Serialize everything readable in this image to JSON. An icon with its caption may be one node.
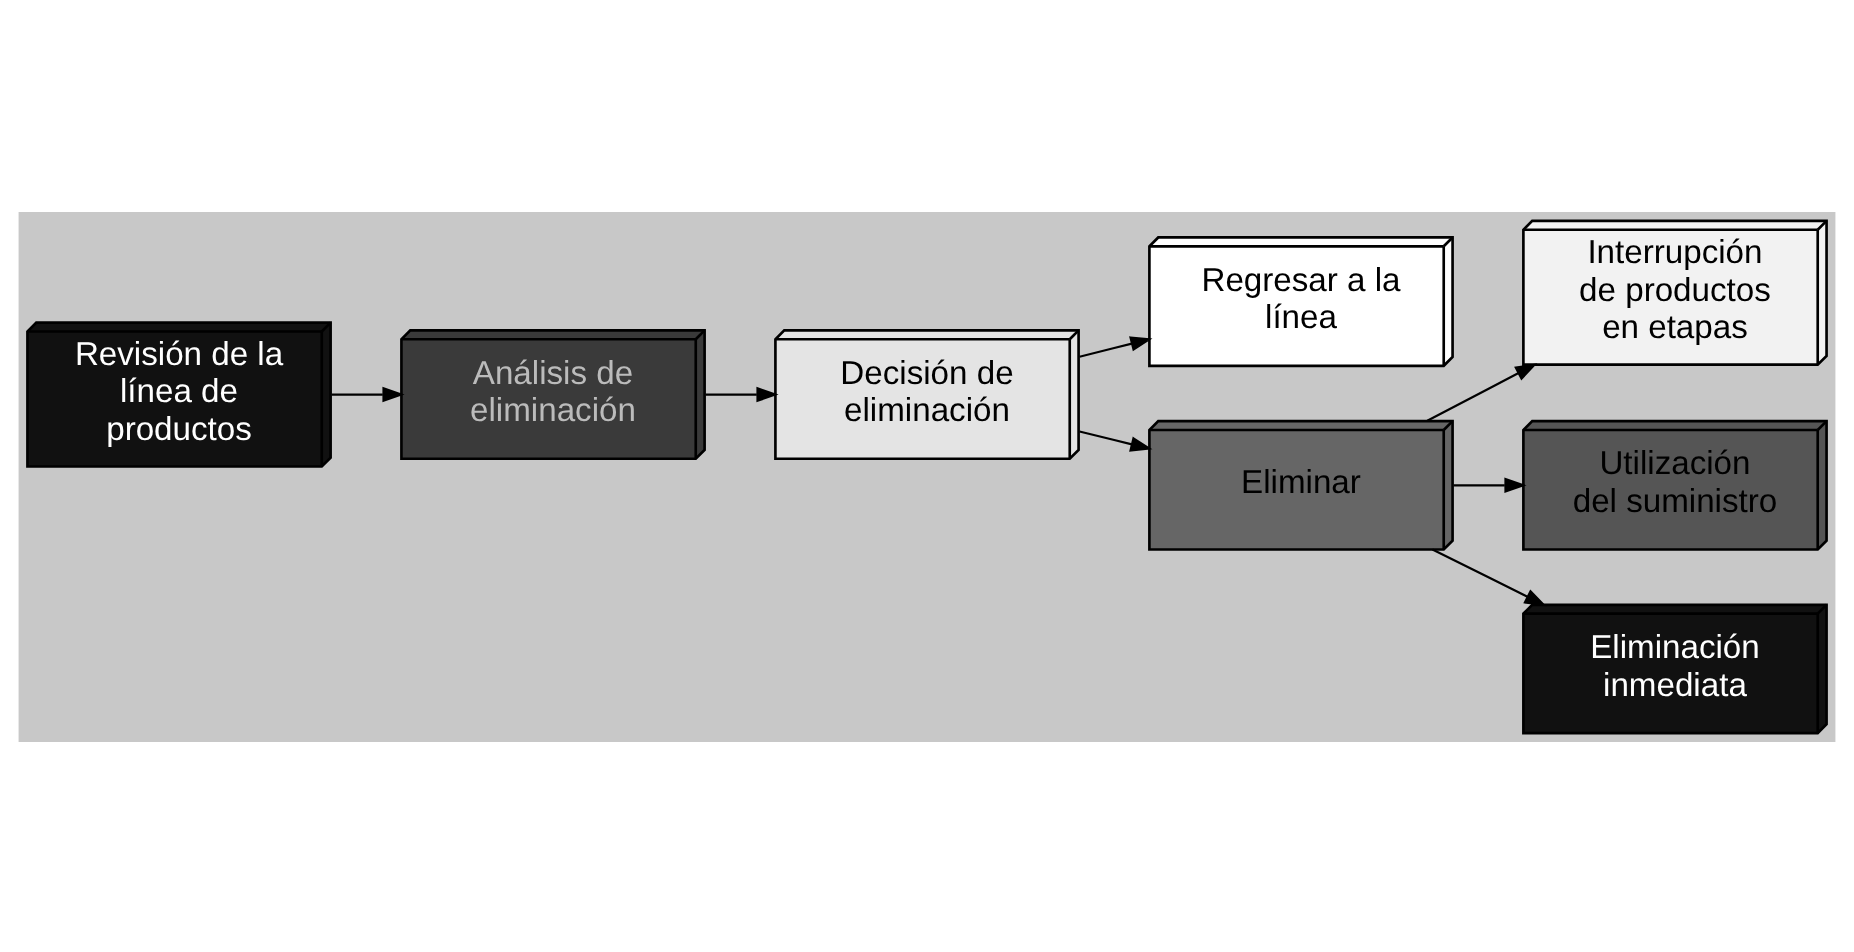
{
  "diagram": {
    "nodes": [
      {
        "text": [
          "Revisión de la línea de productos"
        ]
      },
      {
        "text": [
          "Análisis de eliminación"
        ]
      },
      {
        "text": [
          "Decisión de eliminación"
        ]
      },
      {
        "text": [
          "Regresar a la línea"
        ]
      },
      {
        "text": [
          "Eliminar"
        ]
      },
      {
        "text": [
          "Interrupción de productos en etapas"
        ]
      },
      {
        "text": [
          "Utilización del suministro"
        ]
      },
      {
        "text": [
          "Eliminación inmediata"
        ]
      }
    ],
    "edges": [
      {
        "from": 0,
        "to": 1,
        "arrow": "to"
      },
      {
        "from": 1,
        "to": 2,
        "arrow": "to"
      },
      {
        "from": 2,
        "to": 3,
        "arrow": "to"
      },
      {
        "from": 2,
        "to": 4,
        "arrow": "to"
      },
      {
        "from": 4,
        "to": 5,
        "arrow": "to"
      },
      {
        "from": 4,
        "to": 6,
        "arrow": "to"
      },
      {
        "from": 4,
        "to": 7,
        "arrow": "to"
      }
    ]
  }
}
